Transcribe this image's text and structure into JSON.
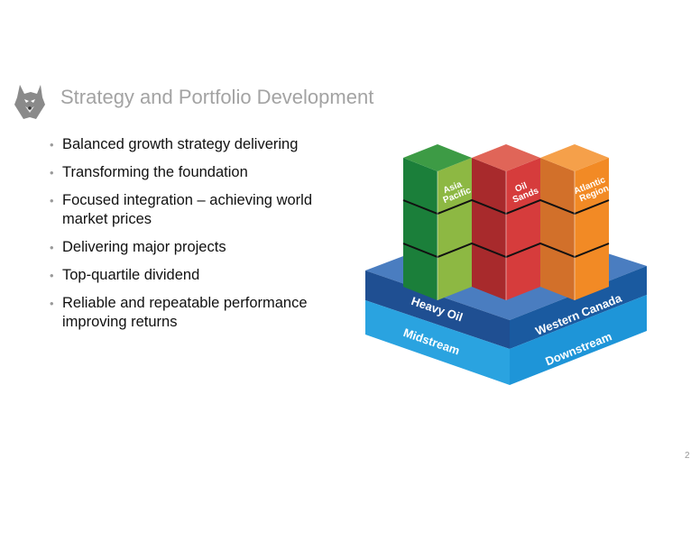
{
  "slide": {
    "title": "Strategy and Portfolio Development",
    "page_number": "2",
    "logo_icon": "husky-dog-icon"
  },
  "bullets": [
    "Balanced growth strategy delivering",
    "Transforming the foundation",
    "Focused integration – achieving world market prices",
    "Delivering major projects",
    "Top-quartile dividend",
    "Reliable and repeatable performance improving returns"
  ],
  "graphic": {
    "columns": [
      {
        "line1": "Asia",
        "line2": "Pacific",
        "color": "#3d9b45"
      },
      {
        "line1": "Oil",
        "line2": "Sands",
        "color": "#d63c3c"
      },
      {
        "line1": "Atlantic",
        "line2": "Region",
        "color": "#f28a25"
      }
    ],
    "base_top_left": "Heavy Oil",
    "base_top_right": "Western Canada",
    "base_bottom_left": "Midstream",
    "base_bottom_right": "Downstream",
    "colors": {
      "base_top": "#4a7dc0",
      "base_dark": "#1f4f92",
      "base_light": "#2aa3e0"
    }
  }
}
